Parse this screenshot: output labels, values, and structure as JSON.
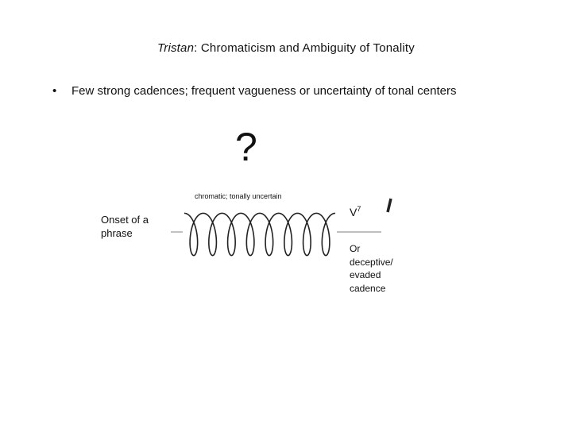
{
  "title": {
    "italic_part": "Tristan",
    "rest": ": Chromaticism and Ambiguity of Tonality"
  },
  "bullet": {
    "marker": "•",
    "text": "Few strong cadences; frequent vagueness or uncertainty of tonal centers"
  },
  "diagram": {
    "question_mark": "?",
    "coil_label": "chromatic; tonally uncertain",
    "start_label": "Onset of a phrase",
    "chord_label": "V",
    "chord_superscript": "7",
    "end_label": "Or deceptive/ evaded cadence",
    "loop_count": 8,
    "stroke_color": "#222222",
    "line_color": "#999999"
  }
}
